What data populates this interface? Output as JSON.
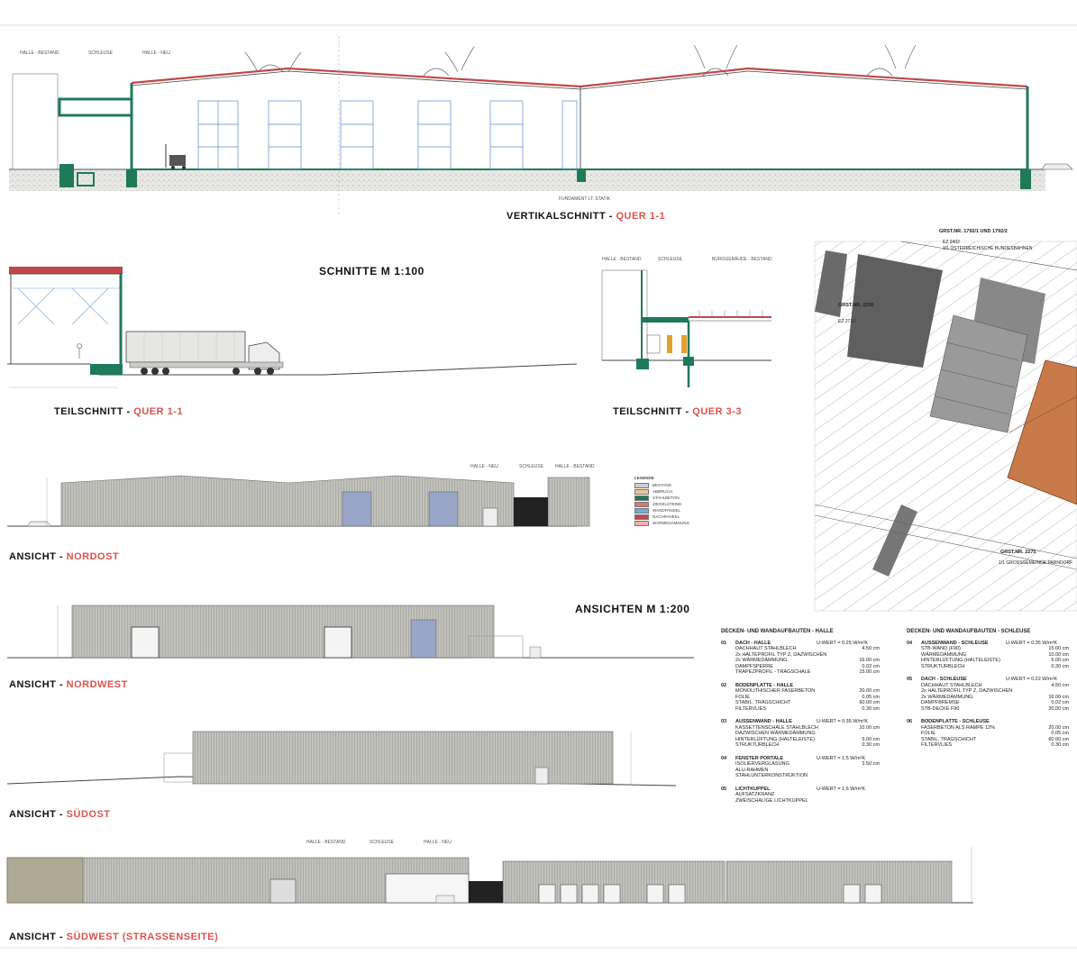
{
  "sheet": {
    "section_title": {
      "prefix": "VERTIKALSCHNITT",
      "suffix": "QUER 1-1"
    },
    "schnitte_heading": "SCHNITTE M 1:100",
    "teilschnitt_1": {
      "prefix": "TEILSCHNITT",
      "suffix": "QUER 1-1"
    },
    "teilschnitt_2": {
      "prefix": "TEILSCHNITT",
      "suffix": "QUER 3-3"
    },
    "ansichten_heading": "ANSICHTEN M 1:200",
    "ansicht_nordost": {
      "prefix": "ANSICHT",
      "suffix": "NORDOST"
    },
    "ansicht_nordwest": {
      "prefix": "ANSICHT",
      "suffix": "NORDWEST"
    },
    "ansicht_suedost": {
      "prefix": "ANSICHT",
      "suffix": "SÜDOST"
    },
    "ansicht_suedwest": {
      "prefix": "ANSICHT",
      "suffix": "SÜDWEST (STRASSENSEITE)"
    }
  },
  "section_labels": {
    "halle_bestand": "HALLE - BESTAND",
    "schleuse": "SCHLEUSE",
    "halle_neu": "HALLE - NEU",
    "fundament": "FUNDAMENT LT. STATIK",
    "buerogebaeude": "BÜROGEBÄUDE - BESTAND"
  },
  "site": {
    "grst_top": "GRST.NR. 1792/1 UND 1792/2",
    "owner_top": "1/1 ÖSTERREICHISCHE BUNDESBAHNEN",
    "grst_mid": "GRST.NR. 2256",
    "grst_bottom": "GRST.NR. 2275",
    "owner_bottom": "1/1 GROSSGEMEINDE PARNDORF",
    "ez_top": "EZ 2402",
    "ez_mid": "EZ 2710"
  },
  "specs_halle": {
    "heading": "DECKEN- UND WANDAUFBAUTEN - HALLE",
    "items": [
      {
        "num": "01",
        "name": "DACH - HALLE",
        "uwert": "U-WERT = 0.25 W/m²K",
        "lines": [
          [
            "DACHHAUT STAHLBLECH",
            "4.50 cm"
          ],
          [
            "2x HALTEPROFIL TYP Z, DAZWISCHEN",
            ""
          ],
          [
            "2x WÄRMEDÄMMUNG",
            "16.00 cm"
          ],
          [
            "DAMPFSPERRE",
            "0.02 cm"
          ],
          [
            "TRAPEZPROFIL - TRAGSCHALE",
            "15.00 cm"
          ]
        ]
      },
      {
        "num": "02",
        "name": "BODENPLATTE - HALLE",
        "uwert": "",
        "lines": [
          [
            "MONOLITHISCHER FASERBETON",
            "20.00 cm"
          ],
          [
            "FOLIE",
            "0.05 cm"
          ],
          [
            "STABIL. TRAGSCHICHT",
            "60.00 cm"
          ],
          [
            "FILTERVLIES",
            "0.30 cm"
          ]
        ]
      },
      {
        "num": "03",
        "name": "AUSSENWAND - HALLE",
        "uwert": "U-WERT = 0.35 W/m²K",
        "lines": [
          [
            "KASSETTENSCHALE STAHLBLECH",
            "10.00 cm"
          ],
          [
            "DAZWISCHEN WÄRMEDÄMMUNG",
            ""
          ],
          [
            "HINTERLÜFTUNG (HALTELEISTE)",
            "5.00 cm"
          ],
          [
            "STRUKTURBLECH",
            "0.30 cm"
          ]
        ]
      },
      {
        "num": "04",
        "name": "FENSTER PORTALE",
        "uwert": "U-WERT = 1.5 W/m²K",
        "lines": [
          [
            "ISOLIERVERGLASUNG",
            "3.50 cm"
          ],
          [
            "ALU-RAHMEN",
            ""
          ],
          [
            "STAHLUNTERKONSTRUKTION",
            ""
          ]
        ]
      },
      {
        "num": "05",
        "name": "LICHTKUPPEL",
        "uwert": "U-WERT = 1.6 W/m²K",
        "lines": [
          [
            "AUFSATZKRANZ",
            ""
          ],
          [
            "ZWEISCHALIGE LICHTKUPPEL",
            ""
          ]
        ]
      }
    ]
  },
  "specs_schleuse": {
    "heading": "DECKEN- UND WANDAUFBAUTEN - SCHLEUSE",
    "items": [
      {
        "num": "04",
        "name": "AUSSENWAND - SCHLEUSE",
        "uwert": "U-WERT = 0.35 W/m²K",
        "lines": [
          [
            "STB-WAND (F90)",
            "15.00 cm"
          ],
          [
            "WÄRMEDÄMMUNG",
            "10.00 cm"
          ],
          [
            "HINTERLÜFTUNG (HALTELEISTE)",
            "5.00 cm"
          ],
          [
            "STRUKTURBLECH",
            "0.30 cm"
          ]
        ]
      },
      {
        "num": "05",
        "name": "DACH - SCHLEUSE",
        "uwert": "U-WERT = 0.22 W/m²K",
        "lines": [
          [
            "DACHHAUT STAHLBLECH",
            "4.50 cm"
          ],
          [
            "2x HALTEPROFIL TYP Z, DAZWISCHEN",
            ""
          ],
          [
            "2x WÄRMEDÄMMUNG",
            "16.00 cm"
          ],
          [
            "DAMPFBREMSE",
            "0.02 cm"
          ],
          [
            "STB-DECKE F90",
            "20.00 cm"
          ]
        ]
      },
      {
        "num": "06",
        "name": "BODENPLATTE - SCHLEUSE",
        "uwert": "",
        "lines": [
          [
            "FASERBETON ALS RAMPE 12%",
            "20.00 cm"
          ],
          [
            "FOLIE",
            "0.05 cm"
          ],
          [
            "STABIL. TRAGSCHICHT",
            "60.00 cm"
          ],
          [
            "FILTERVLIES",
            "0.30 cm"
          ]
        ]
      }
    ]
  },
  "legend": {
    "title": "LEGENDE",
    "rows": [
      {
        "label": "BESTAND",
        "color": "#cfcfcf"
      },
      {
        "label": "ABBRUCH",
        "color": "#f3c58a"
      },
      {
        "label": "STAHLBETON",
        "color": "#1f7a5a"
      },
      {
        "label": "ZIEGELSTEINE",
        "color": "#d67b6a"
      },
      {
        "label": "WANDPANEEL",
        "color": "#7aa7d6"
      },
      {
        "label": "DACHPANEEL",
        "color": "#c04848"
      },
      {
        "label": "WÄRMEDÄMMUNG",
        "color": "#f0b0b0"
      }
    ]
  },
  "colors": {
    "structure_green": "#1f7a5a",
    "roof_red": "#c04848",
    "cladding": "#b8b8b4",
    "ground": "#9a9a9a",
    "accent_text": "#d9534f",
    "roof_site": "#c87a4a"
  }
}
